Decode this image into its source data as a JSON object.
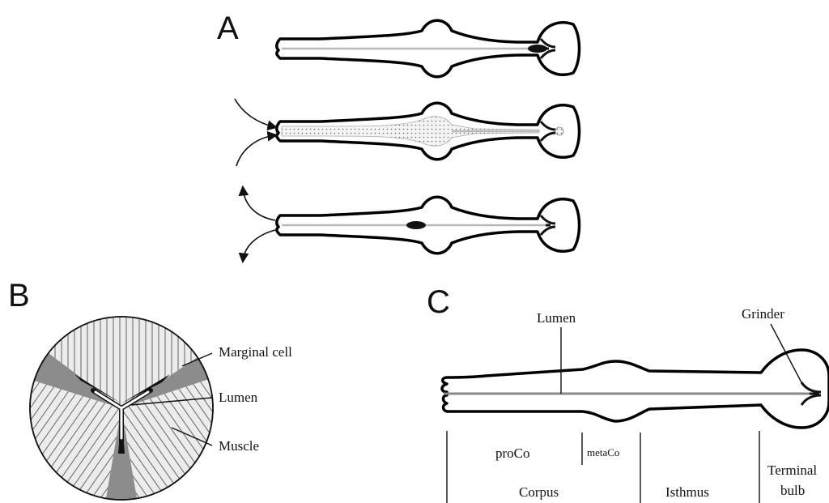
{
  "panels": {
    "a": {
      "letter": "A"
    },
    "b": {
      "letter": "B",
      "labels": {
        "marginal_cell": "Marginal cell",
        "lumen": "Lumen",
        "muscle": "Muscle"
      }
    },
    "c": {
      "letter": "C",
      "labels": {
        "lumen": "Lumen",
        "grinder": "Grinder",
        "proco": "proCo",
        "metaco": "metaCo",
        "corpus": "Corpus",
        "isthmus": "Isthmus",
        "terminal_line1": "Terminal",
        "terminal_line2": "bulb"
      }
    }
  },
  "colors": {
    "ink": "#111111",
    "wedge_fill": "#8c8c8c",
    "muscle_fill": "#ececec",
    "lumen_line": "#b8b8b8"
  }
}
